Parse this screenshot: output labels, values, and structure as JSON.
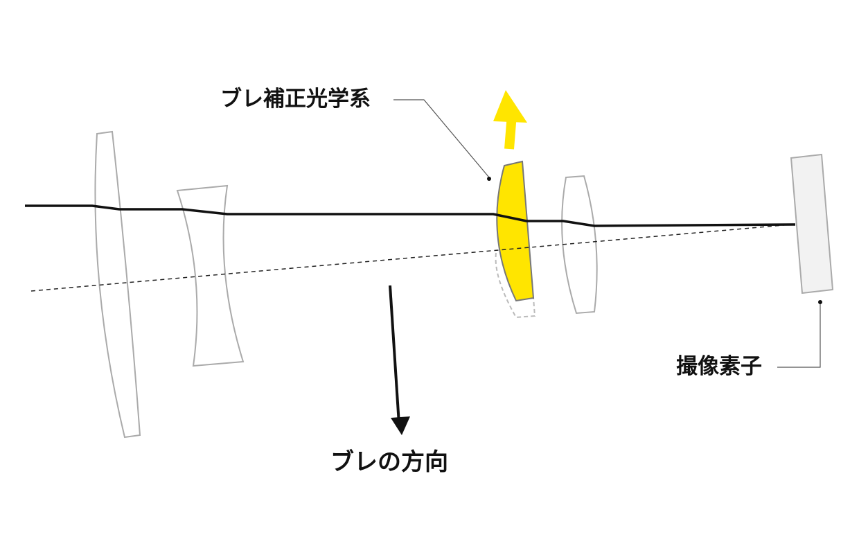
{
  "labels": {
    "stabilizer": "ブレ補正光学系",
    "sensor": "撮像素子",
    "shake_direction": "ブレの方向"
  },
  "colors": {
    "stabilizer_fill": "#FFE500",
    "arrow_yellow": "#FFE500",
    "lens_stroke": "#AAAAAA",
    "ray": "#111111",
    "sensor_fill": "#F2F2F2",
    "ghost_outline": "#BBBBBB"
  }
}
